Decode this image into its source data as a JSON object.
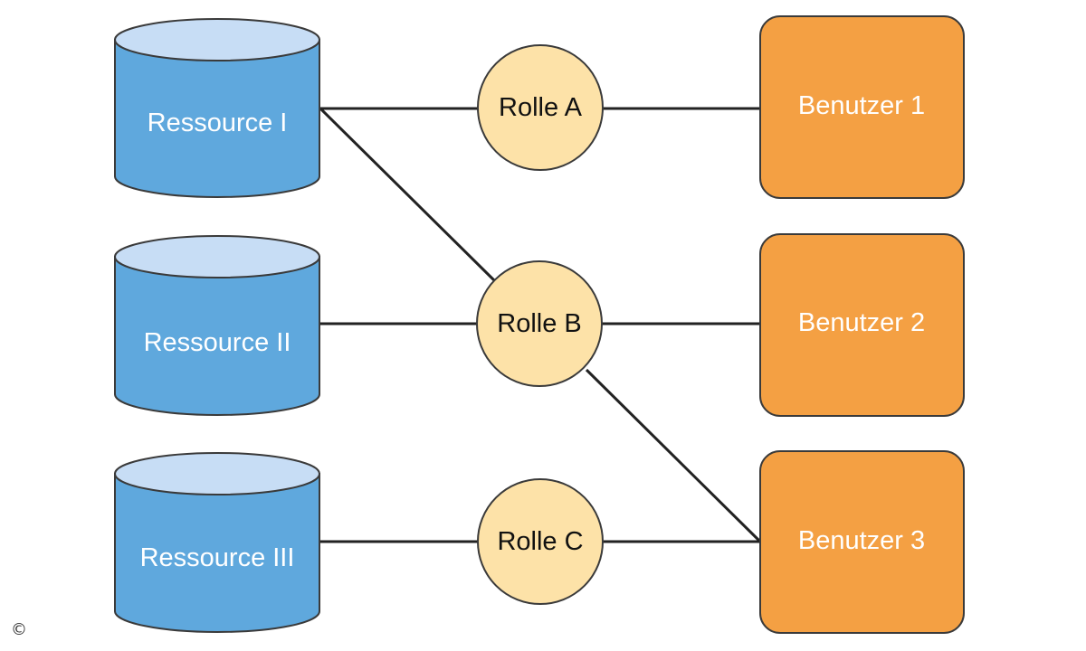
{
  "resources": [
    {
      "id": "res1",
      "label": "Ressource I"
    },
    {
      "id": "res2",
      "label": "Ressource II"
    },
    {
      "id": "res3",
      "label": "Ressource III"
    }
  ],
  "roles": [
    {
      "id": "roleA",
      "label": "Rolle A"
    },
    {
      "id": "roleB",
      "label": "Rolle B"
    },
    {
      "id": "roleC",
      "label": "Rolle C"
    }
  ],
  "users": [
    {
      "id": "user1",
      "label": "Benutzer 1"
    },
    {
      "id": "user2",
      "label": "Benutzer 2"
    },
    {
      "id": "user3",
      "label": "Benutzer 3"
    }
  ],
  "connections": [
    {
      "from": "Ressource I",
      "to": "Rolle A"
    },
    {
      "from": "Ressource I",
      "to": "Rolle B"
    },
    {
      "from": "Ressource II",
      "to": "Rolle B"
    },
    {
      "from": "Ressource III",
      "to": "Rolle C"
    },
    {
      "from": "Rolle A",
      "to": "Benutzer 1"
    },
    {
      "from": "Rolle B",
      "to": "Benutzer 2"
    },
    {
      "from": "Rolle B",
      "to": "Benutzer 3"
    },
    {
      "from": "Rolle C",
      "to": "Benutzer 3"
    }
  ],
  "colors": {
    "resource_body": "#5fa8dd",
    "resource_top": "#c7ddf5",
    "role_fill": "#fde2a8",
    "user_fill": "#f4a043",
    "outline": "#3a3a3a",
    "edge": "#222222"
  },
  "copyright_symbol": "©"
}
